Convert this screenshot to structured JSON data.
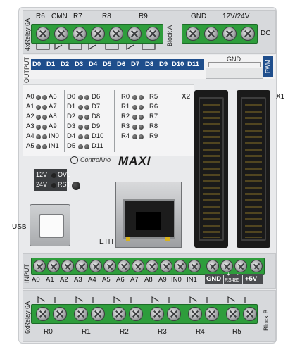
{
  "module": {
    "name": "MAXI",
    "brand": "Controllino",
    "colors": {
      "housing": "#e9eaec",
      "terminal_green": "#2e9d3c",
      "label_strip_blue": "#1f4e8c",
      "connector_black": "#1a1a1a"
    }
  },
  "top_terminal": {
    "relay_tag": "4xRelay 6A",
    "labels": [
      "R6",
      "CMN",
      "R7",
      "R8",
      "R9"
    ],
    "block_tag": "Block A",
    "power_labels": [
      "GND",
      "12V/24V"
    ],
    "power_tag": "DC"
  },
  "output_strip": {
    "tag": "OUTPUT",
    "pins": [
      "D0",
      "D1",
      "D2",
      "D3",
      "D4",
      "D5",
      "D6",
      "D7",
      "D8",
      "D9",
      "D10",
      "D11"
    ],
    "gnd_label": "GND",
    "pwm_label": "PWM"
  },
  "io_panel": {
    "col1": [
      [
        "A0",
        "A6"
      ],
      [
        "A1",
        "A7"
      ],
      [
        "A2",
        "A8"
      ],
      [
        "A3",
        "A9"
      ],
      [
        "A4",
        "IN0"
      ],
      [
        "A5",
        "IN1"
      ]
    ],
    "col2": [
      [
        "D0",
        "D6"
      ],
      [
        "D1",
        "D7"
      ],
      [
        "D2",
        "D8"
      ],
      [
        "D3",
        "D9"
      ],
      [
        "D4",
        "D10"
      ],
      [
        "D5",
        "D11"
      ]
    ],
    "col3": [
      [
        "R0",
        "R5"
      ],
      [
        "R1",
        "R6"
      ],
      [
        "R2",
        "R7"
      ],
      [
        "R3",
        "R8"
      ],
      [
        "R4",
        "R9"
      ]
    ]
  },
  "status": {
    "rows": [
      [
        "12V",
        "OVL"
      ],
      [
        "24V",
        "RST"
      ]
    ]
  },
  "ports": {
    "x2": "X2",
    "x1": "X1",
    "usb": "USB",
    "eth": "ETH"
  },
  "input_strip": {
    "tag": "INPUT",
    "pins": [
      "A0",
      "A1",
      "A2",
      "A3",
      "A4",
      "A5",
      "A6",
      "A7",
      "A8",
      "A9",
      "IN0",
      "IN1"
    ],
    "gnd": "GND",
    "rs485_sign": "+",
    "rs485": "RS485",
    "rs485_minus": "-",
    "v5": "+5V"
  },
  "bottom_terminal": {
    "relay_tag": "6xRelay 6A",
    "labels": [
      "R0",
      "R1",
      "R2",
      "R3",
      "R4",
      "R5"
    ],
    "block_tag": "Block B"
  }
}
